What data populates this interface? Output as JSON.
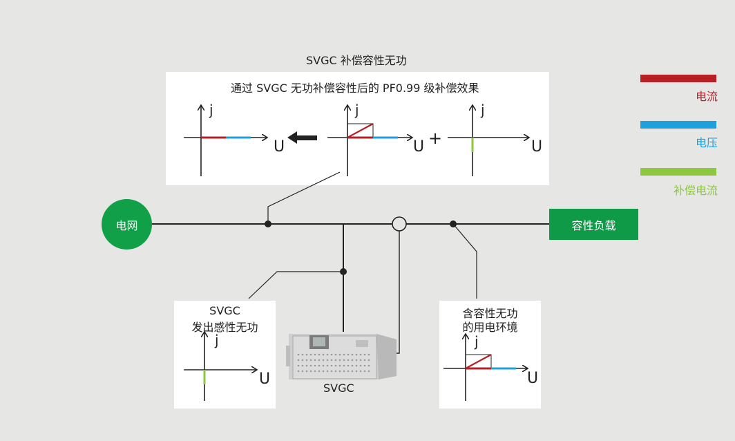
{
  "title": "SVGC 补偿容性无功",
  "top_panel": {
    "caption": "通过 SVGC 无功补偿容性后的 PF0.99 级补偿效果",
    "plus_sign": "+"
  },
  "axis": {
    "j": "j",
    "u": "U"
  },
  "legend": [
    {
      "label": "电流",
      "color": "#b62025"
    },
    {
      "label": "电压",
      "color": "#1ea0dc"
    },
    {
      "label": "补偿电流",
      "color": "#8dc63f"
    }
  ],
  "grid_label": "电网",
  "load_label": "容性负载",
  "svgc_panel": {
    "line1": "SVGC",
    "line2": "发出感性无功"
  },
  "env_panel": {
    "line1": "含容性无功",
    "line2": "的用电环境"
  },
  "device_label": "SVGC",
  "colors": {
    "grid_green": "#119f48",
    "load_green": "#0e9a47",
    "line": "#222222"
  }
}
